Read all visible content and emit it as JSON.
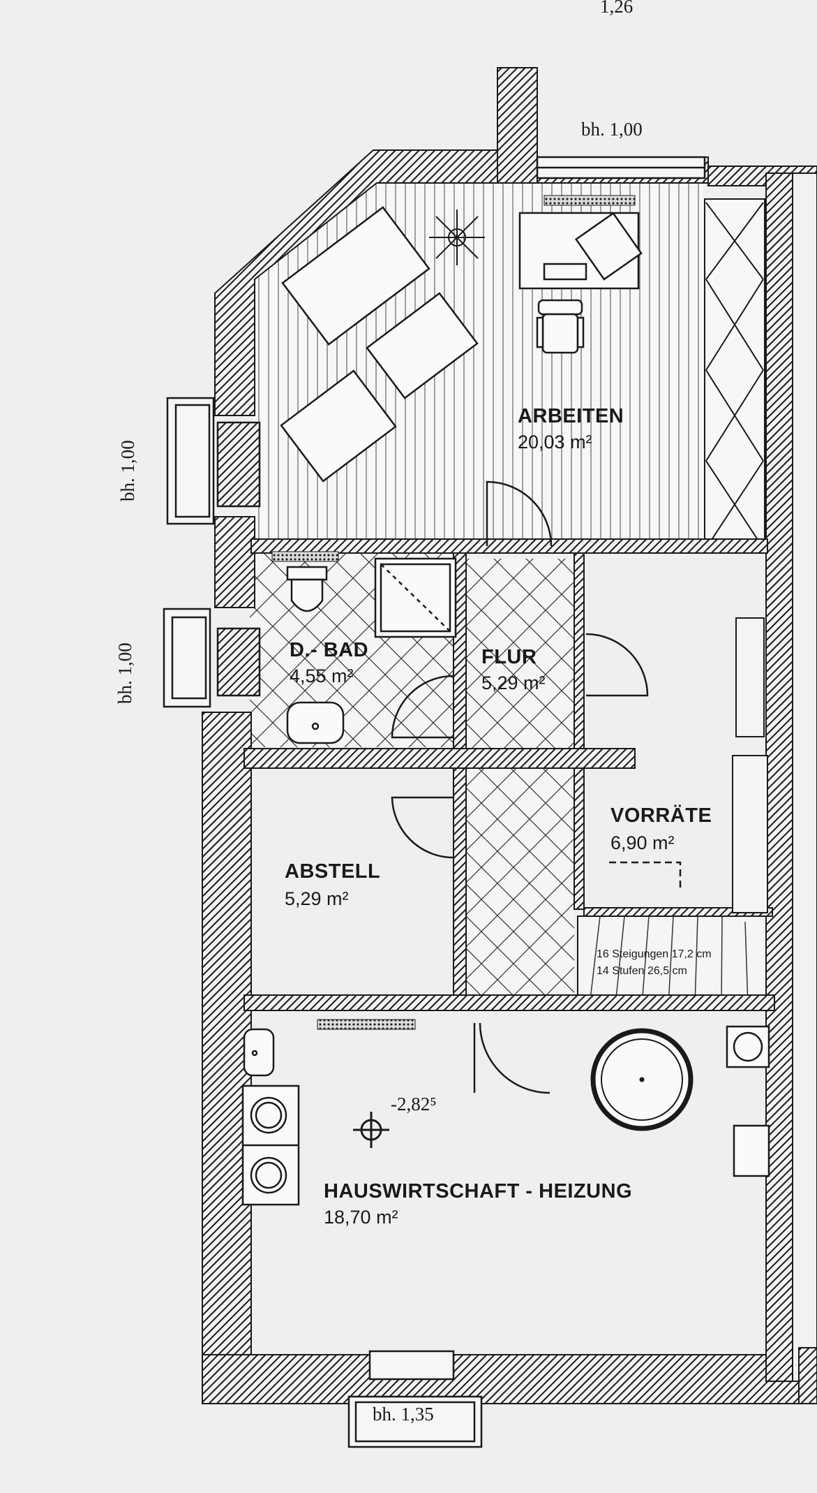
{
  "plan": {
    "top_dimension": "1,26",
    "window_heights": {
      "top": "bh. 1,00",
      "left_upper": "bh. 1,00",
      "left_lower": "bh. 1,00",
      "bottom": "bh. 1,35"
    },
    "rooms": [
      {
        "id": "arbeiten",
        "name": "ARBEITEN",
        "area": "20,03 m²"
      },
      {
        "id": "bad",
        "name": "D.- BAD",
        "area": "4,55 m²"
      },
      {
        "id": "flur",
        "name": "FLUR",
        "area": "5,29 m²"
      },
      {
        "id": "vorraete",
        "name": "VORRÄTE",
        "area": "6,90 m²"
      },
      {
        "id": "abstell",
        "name": "ABSTELL",
        "area": "5,29 m²"
      },
      {
        "id": "hauswirtschaft",
        "name": "HAUSWIRTSCHAFT - HEIZUNG",
        "area": "18,70 m²"
      }
    ],
    "level_marker": "-2,82⁵",
    "stair_notes": [
      "16 Steigungen 17,2 cm",
      "14 Stufen 26,5 cm"
    ],
    "colors": {
      "paper": "#eef0ef",
      "ink": "#1a1a1a",
      "wall_fill": "#6b6b6b"
    }
  }
}
